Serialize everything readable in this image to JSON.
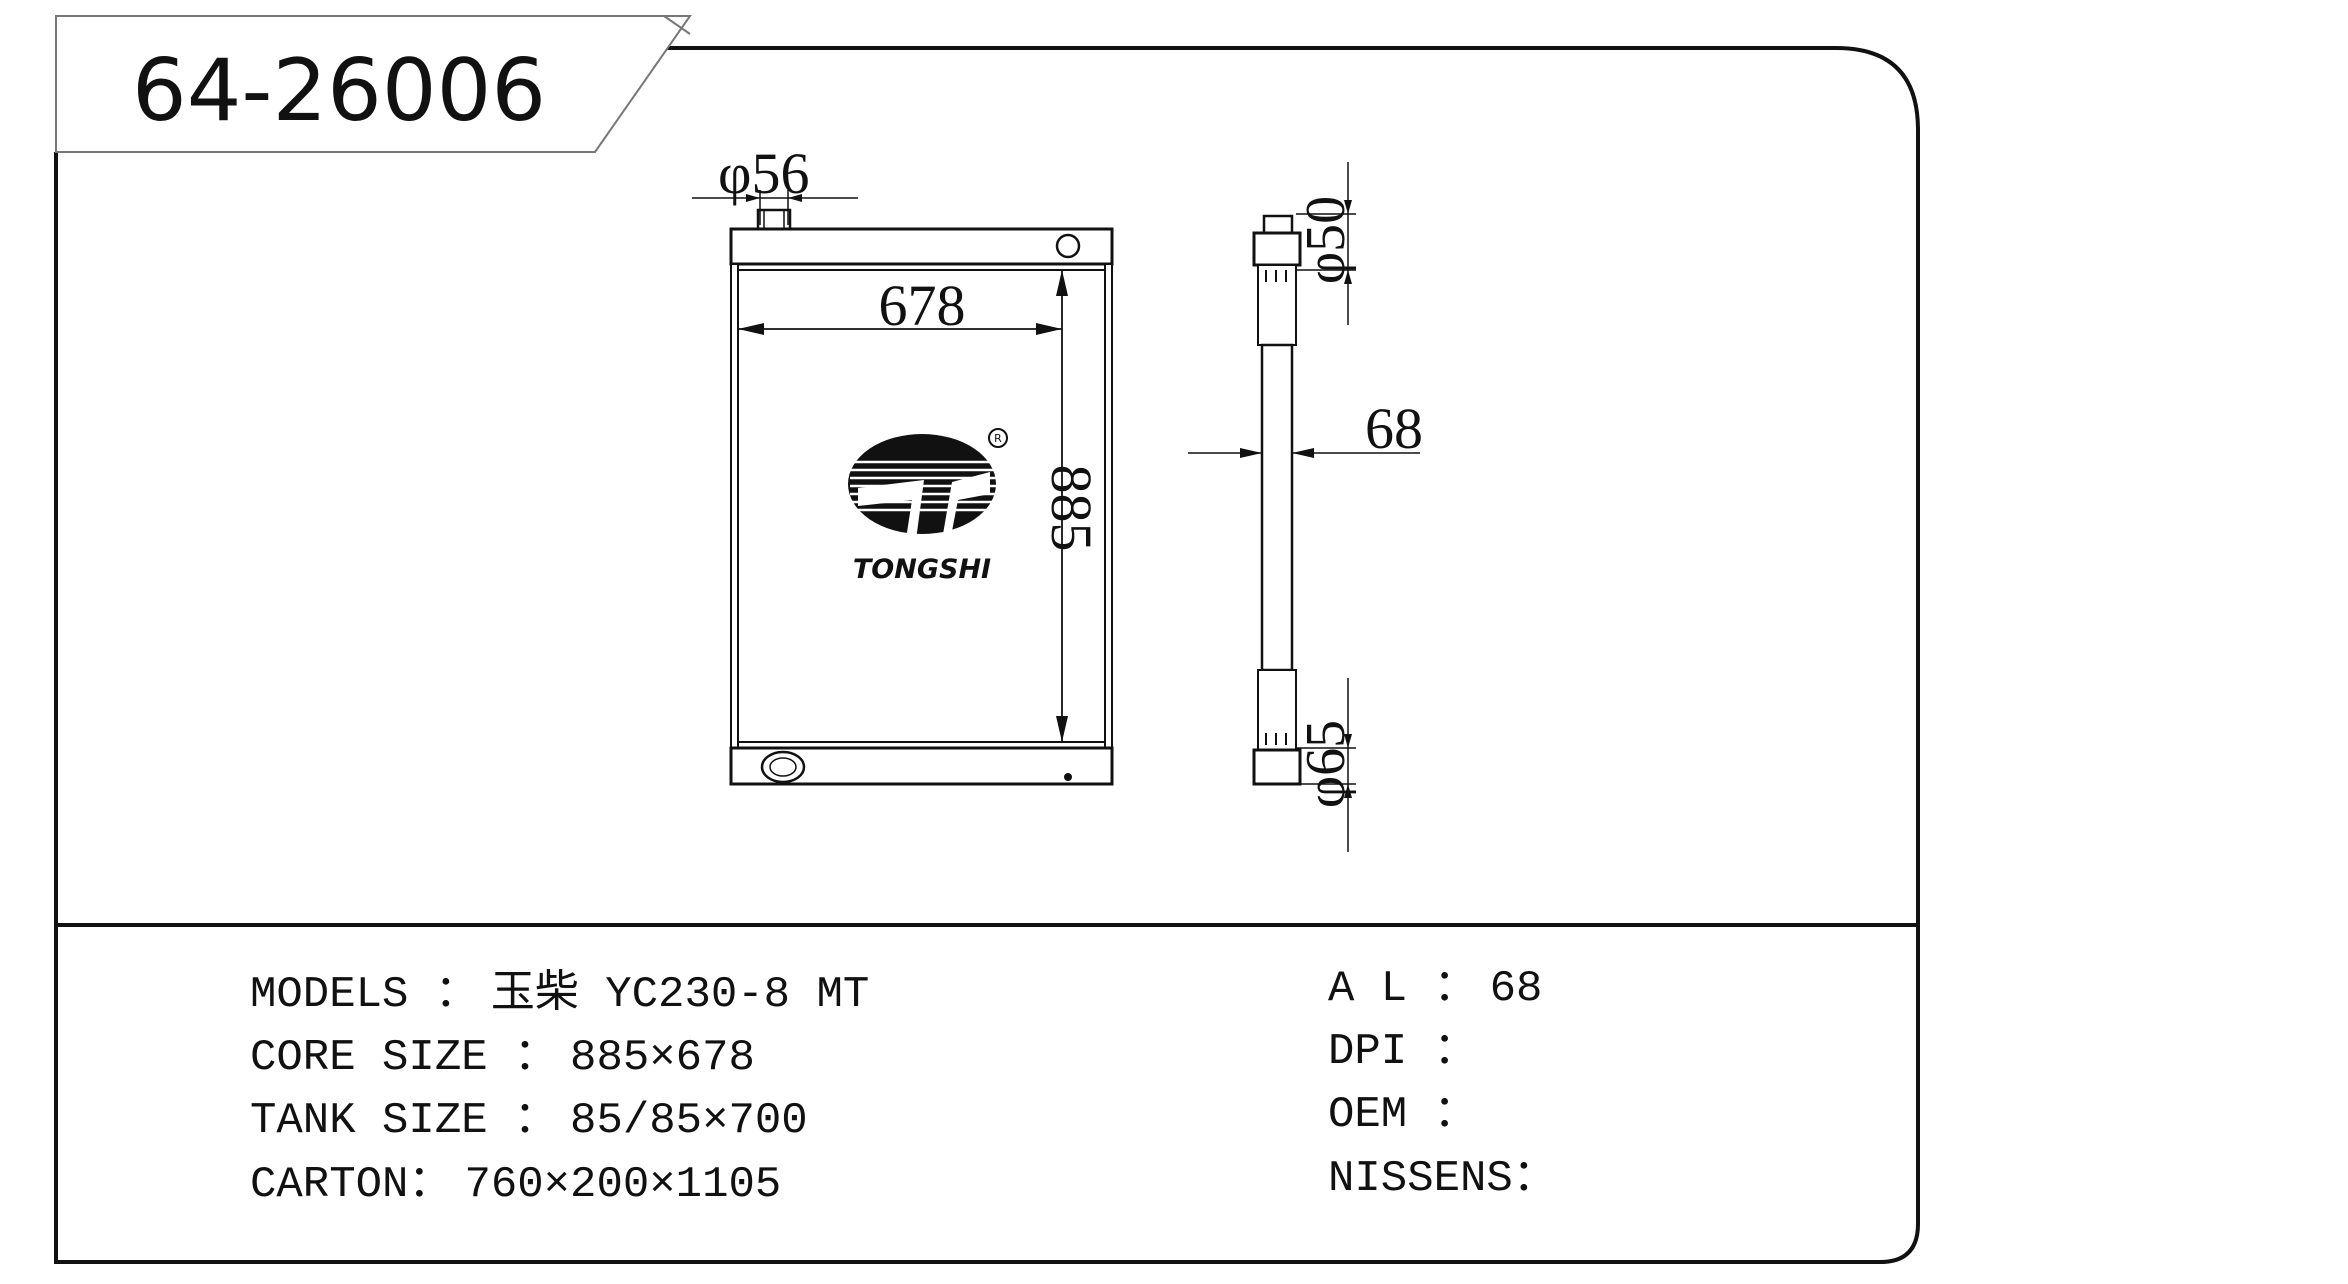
{
  "part_number": "64-26006",
  "brand": {
    "name": "TONGSHI",
    "registered_mark": "R"
  },
  "front_view": {
    "inlet_dim": "φ56",
    "width_dim": "678",
    "height_dim": "885"
  },
  "side_view": {
    "top_pipe_dim": "φ50",
    "thickness_dim": "68",
    "bottom_pipe_dim": "φ65"
  },
  "specs_left": [
    {
      "label": "MODELS ：",
      "value": "玉柴 YC230-8 MT"
    },
    {
      "label": "CORE SIZE ：",
      "value": "885×678"
    },
    {
      "label": "TANK SIZE ：",
      "value": "85/85×700"
    },
    {
      "label": "CARTON：",
      "value": "760×200×1105"
    }
  ],
  "specs_right": [
    {
      "label": "A L ：",
      "value": "68"
    },
    {
      "label": "DPI ：",
      "value": ""
    },
    {
      "label": "OEM ：",
      "value": ""
    },
    {
      "label": "NISSENS：",
      "value": ""
    }
  ]
}
